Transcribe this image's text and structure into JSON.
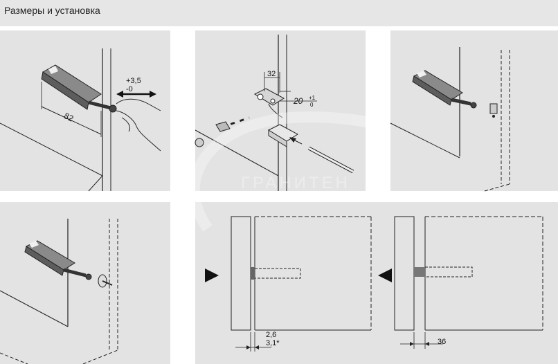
{
  "header": {
    "title": "Размеры и установка"
  },
  "panel1": {
    "dim_stroke_top": "+3,5",
    "dim_stroke_bottom": "-0",
    "dim_length": "82"
  },
  "panel2": {
    "dim_width": "32",
    "dim_depth": "20",
    "dim_depth_tol_top": "+1",
    "dim_depth_tol_bottom": "0"
  },
  "panel6": {
    "dim_gap_top": "2,6",
    "dim_gap_bottom": "3,1*"
  },
  "panel7": {
    "dim_gap": "36"
  },
  "watermark": {
    "text": "ГРАНИТЕН"
  },
  "colors": {
    "header_bg": "#e6e6e6",
    "panel_bg": "#e3e3e3",
    "line": "#222222"
  }
}
